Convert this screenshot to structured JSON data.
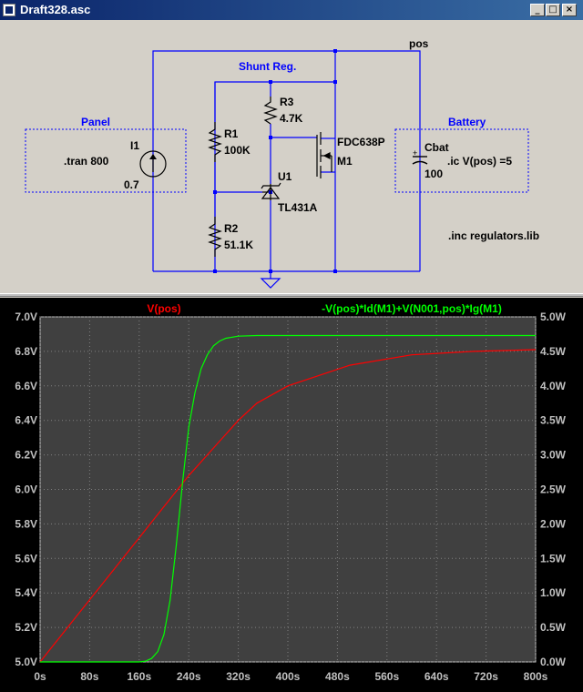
{
  "window": {
    "title": "Draft328.asc",
    "minimize": "_",
    "maximize": "□",
    "close": "×"
  },
  "schematic": {
    "net_pos": "pos",
    "shunt_label": "Shunt Reg.",
    "panel": {
      "label": "Panel",
      "directive": ".tran 800"
    },
    "battery": {
      "label": "Battery",
      "directive": ".ic V(pos) =5"
    },
    "i1": {
      "name": "I1",
      "value": "0.7"
    },
    "r1": {
      "name": "R1",
      "value": "100K"
    },
    "r2": {
      "name": "R2",
      "value": "51.1K"
    },
    "r3": {
      "name": "R3",
      "value": "4.7K"
    },
    "u1": {
      "name": "U1",
      "value": "TL431A"
    },
    "m1": {
      "name": "M1",
      "value": "FDC638P"
    },
    "cbat": {
      "name": "Cbat",
      "value": "100"
    },
    "include": ".inc regulators.lib"
  },
  "colors": {
    "wire": "#0000ff",
    "component": "#000000",
    "plot_bg": "#404040",
    "grid": "#808080",
    "trace_vpos": "#ff0000",
    "trace_power": "#00ff00"
  },
  "chart_data": {
    "type": "line",
    "x_ticks": [
      "0s",
      "80s",
      "160s",
      "240s",
      "320s",
      "400s",
      "480s",
      "560s",
      "640s",
      "720s",
      "800s"
    ],
    "y_left_ticks": [
      "5.0V",
      "5.2V",
      "5.4V",
      "5.6V",
      "5.8V",
      "6.0V",
      "6.2V",
      "6.4V",
      "6.6V",
      "6.8V",
      "7.0V"
    ],
    "y_right_ticks": [
      "0.0W",
      "0.5W",
      "1.0W",
      "1.5W",
      "2.0W",
      "2.5W",
      "3.0W",
      "3.5W",
      "4.0W",
      "4.5W",
      "5.0W"
    ],
    "xlim": [
      0,
      800
    ],
    "ylim_left": [
      5.0,
      7.0
    ],
    "ylim_right": [
      0.0,
      5.0
    ],
    "grid": true,
    "series": [
      {
        "name": "V(pos)",
        "axis": "left",
        "color": "#ff0000",
        "x": [
          0,
          20,
          40,
          60,
          80,
          100,
          120,
          140,
          160,
          180,
          200,
          220,
          240,
          250,
          260,
          270,
          280,
          290,
          300,
          320,
          350,
          400,
          500,
          600,
          700,
          800
        ],
        "y": [
          5.0,
          5.09,
          5.18,
          5.27,
          5.36,
          5.45,
          5.54,
          5.63,
          5.72,
          5.81,
          5.9,
          5.99,
          6.08,
          6.12,
          6.16,
          6.2,
          6.24,
          6.28,
          6.32,
          6.4,
          6.5,
          6.6,
          6.72,
          6.78,
          6.8,
          6.81
        ]
      },
      {
        "name": "-V(pos)*Id(M1)+V(N001,pos)*Ig(M1)",
        "axis": "right",
        "color": "#00ff00",
        "x": [
          0,
          160,
          170,
          180,
          190,
          200,
          210,
          220,
          230,
          240,
          250,
          260,
          270,
          280,
          290,
          300,
          320,
          350,
          400,
          500,
          600,
          700,
          800
        ],
        "y": [
          0,
          0,
          0.01,
          0.05,
          0.15,
          0.4,
          0.9,
          1.7,
          2.6,
          3.4,
          3.9,
          4.25,
          4.45,
          4.58,
          4.65,
          4.69,
          4.72,
          4.73,
          4.73,
          4.73,
          4.73,
          4.73,
          4.73
        ]
      }
    ]
  }
}
